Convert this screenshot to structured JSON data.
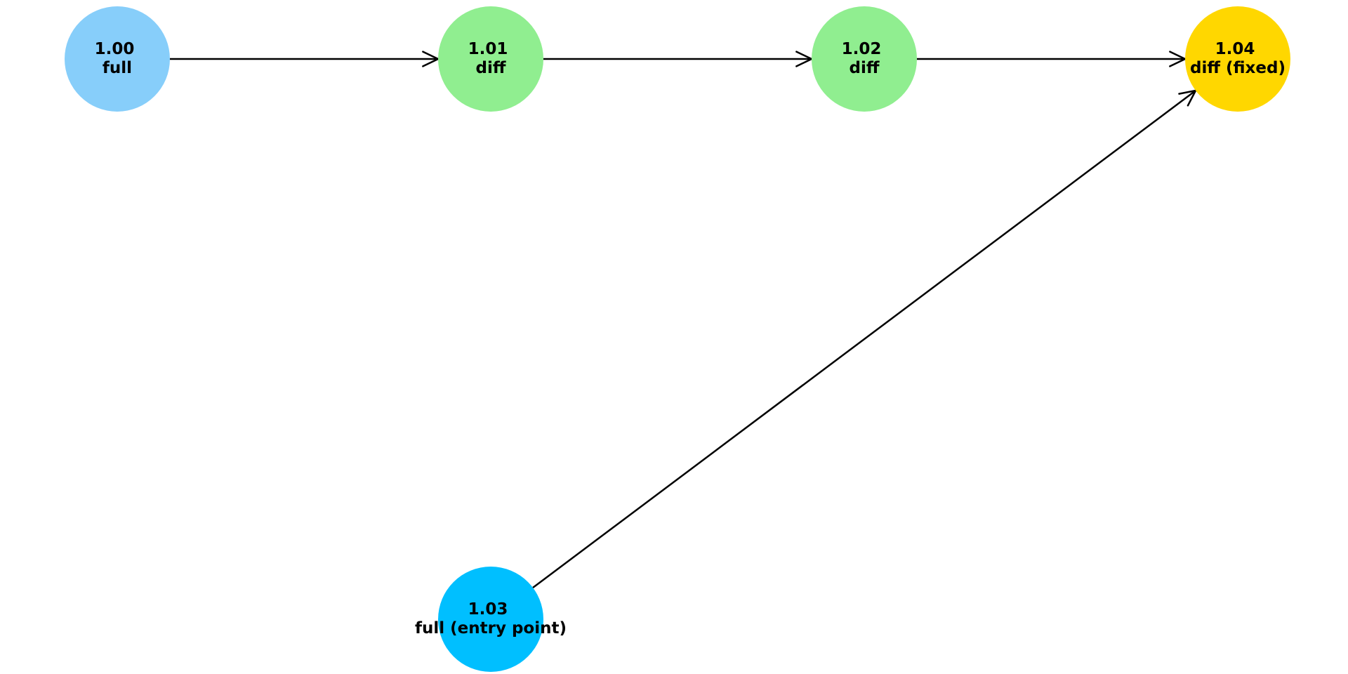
{
  "nodes": [
    {
      "id": "n100",
      "version": "1.00",
      "type": "full",
      "color": "#87CEFA"
    },
    {
      "id": "n101",
      "version": "1.01",
      "type": "diff",
      "color": "#90EE90"
    },
    {
      "id": "n102",
      "version": "1.02",
      "type": "diff",
      "color": "#90EE90"
    },
    {
      "id": "n103",
      "version": "1.03",
      "type": "full (entry point)",
      "color": "#00BFFF"
    },
    {
      "id": "n104",
      "version": "1.04",
      "type": "diff (fixed)",
      "color": "#FFD700"
    }
  ],
  "edges": [
    {
      "from": "n100",
      "to": "n101"
    },
    {
      "from": "n101",
      "to": "n102"
    },
    {
      "from": "n102",
      "to": "n104"
    },
    {
      "from": "n103",
      "to": "n104"
    }
  ]
}
